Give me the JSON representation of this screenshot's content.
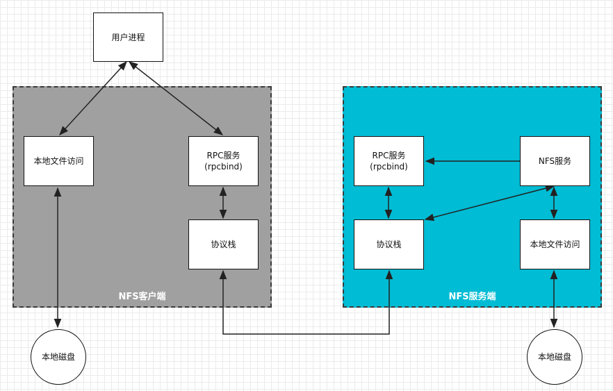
{
  "diagram": {
    "user_process": "用户进程",
    "client": {
      "group_label": "NFS客户端",
      "local_file_access": "本地文件访问",
      "rpc_service": {
        "line1": "RPC服务",
        "line2": "(rpcbind)"
      },
      "protocol_stack": "协议栈",
      "local_disk": "本地磁盘"
    },
    "server": {
      "group_label": "NFS服务端",
      "rpc_service": {
        "line1": "RPC服务",
        "line2": "(rpcbind)"
      },
      "nfs_service": "NFS服务",
      "protocol_stack": "协议栈",
      "local_file_access": "本地文件访问",
      "local_disk": "本地磁盘"
    },
    "colors": {
      "client_group_fill": "#a0a0a0",
      "server_group_fill": "#00bcd4",
      "edge": "#222222"
    }
  }
}
